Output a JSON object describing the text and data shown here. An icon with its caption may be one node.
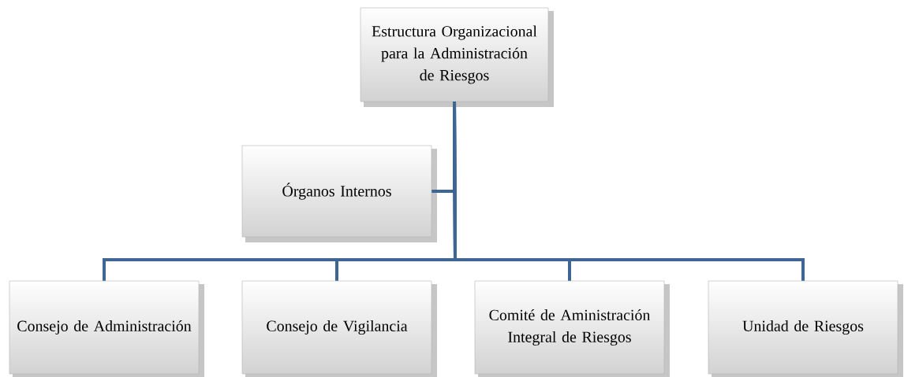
{
  "diagram": {
    "nodes": [
      {
        "text": [
          "Estructura Organizacional para la Administración de Riesgos"
        ]
      },
      {
        "text": [
          "Órganos Internos"
        ]
      },
      {
        "text": [
          "Consejo de Administración"
        ]
      },
      {
        "text": [
          "Consejo de Vigilancia"
        ]
      },
      {
        "text": [
          "Comité de Aministración Integral de Riesgos"
        ]
      },
      {
        "text": [
          "Unidad de Riesgos"
        ]
      }
    ],
    "edges": [
      {
        "from": 0,
        "to": 1,
        "arrow": "none"
      },
      {
        "from": 0,
        "to": 2,
        "arrow": "none"
      },
      {
        "from": 0,
        "to": 3,
        "arrow": "none"
      },
      {
        "from": 0,
        "to": 4,
        "arrow": "none"
      },
      {
        "from": 0,
        "to": 5,
        "arrow": "none"
      }
    ]
  }
}
